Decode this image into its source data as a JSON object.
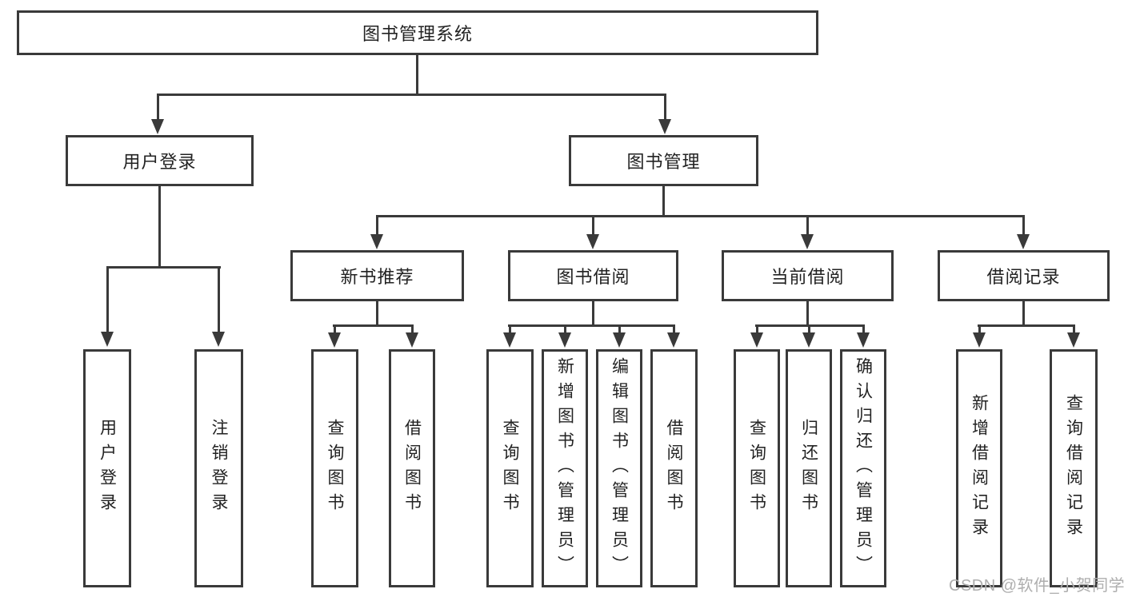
{
  "colors": {
    "line": "#3a3a3a",
    "text": "#222222",
    "watermark": "#aeaeae",
    "background": "#ffffff"
  },
  "watermark": "CSDN @软件_小贺同学",
  "tree": {
    "root": "图书管理系统",
    "level1": [
      "用户登录",
      "图书管理"
    ],
    "level2": [
      "新书推荐",
      "图书借阅",
      "当前借阅",
      "借阅记录"
    ],
    "level3": {
      "user_login_children": [
        "用户登录",
        "注销登录"
      ],
      "new_book_children": [
        "查询图书",
        "借阅图书"
      ],
      "borrow_children": [
        "查询图书",
        "新增图书（管理员）",
        "编辑图书（管理员）",
        "借阅图书"
      ],
      "current_children": [
        "查询图书",
        "归还图书",
        "确认归还（管理员）"
      ],
      "record_children": [
        "新增借阅记录",
        "查询借阅记录"
      ]
    }
  }
}
